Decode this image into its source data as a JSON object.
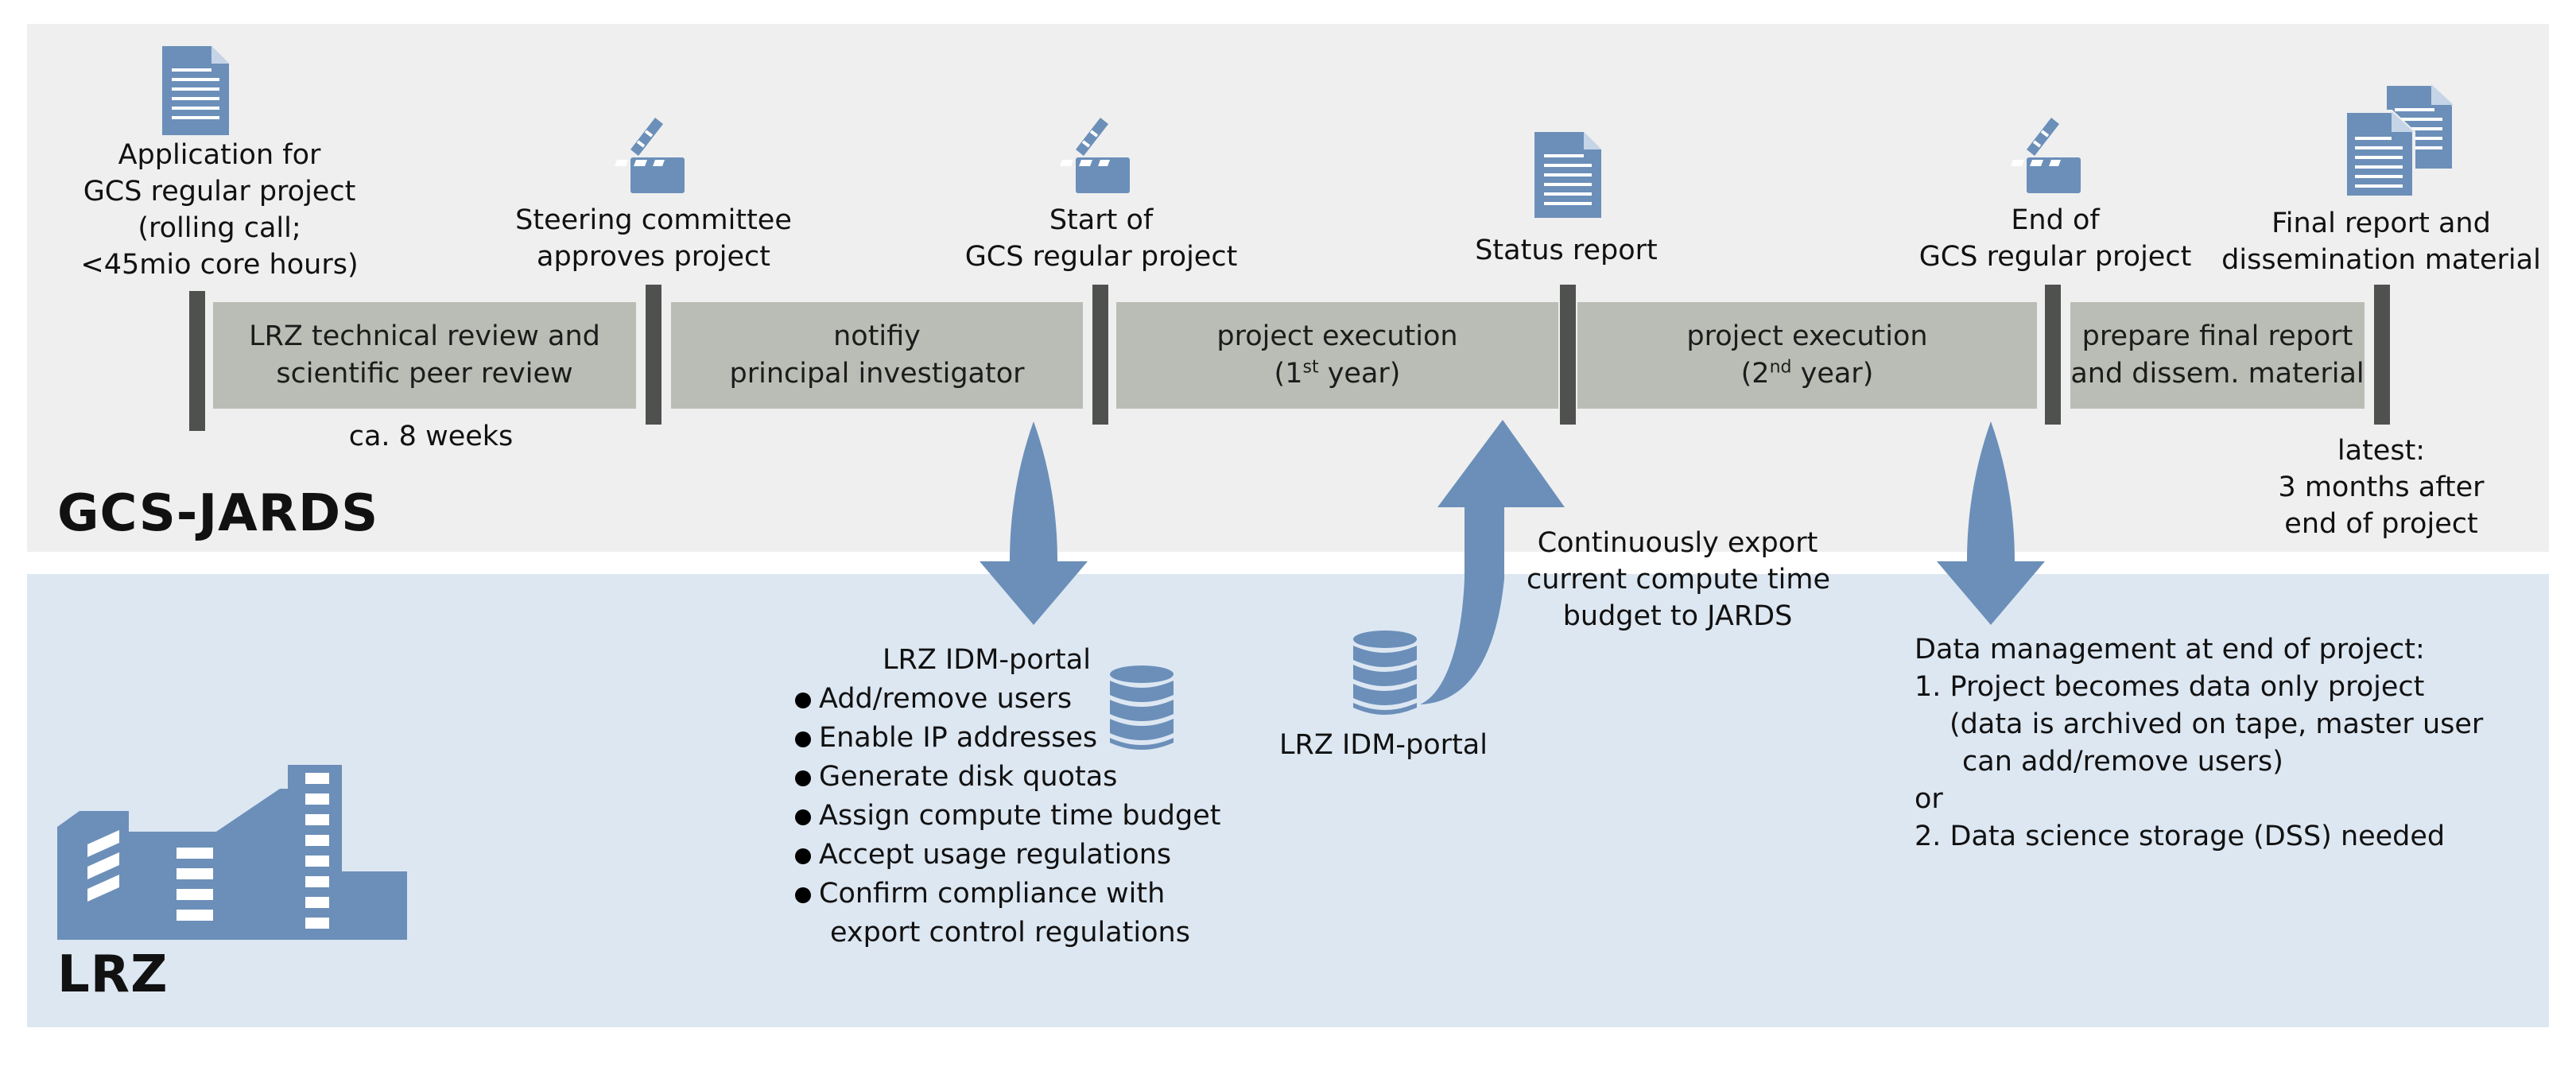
{
  "colors": {
    "top_band": "#efefef",
    "bottom_band": "#dde7f2",
    "timeline_box": "#babdb5",
    "divider": "#4f514f",
    "icon_blue": "#6b8fb9"
  },
  "milestones": {
    "application": [
      "Application for",
      "GCS regular project",
      "(rolling call;",
      "<45mio core hours)"
    ],
    "steering": [
      "Steering committee",
      "approves project"
    ],
    "start": [
      "Start of",
      "GCS regular project"
    ],
    "status": [
      "Status report"
    ],
    "end": [
      "End of",
      "GCS regular project"
    ],
    "final": [
      "Final report and",
      "dissemination material"
    ]
  },
  "timeline_boxes": {
    "review": [
      "LRZ technical review and",
      "scientific peer review"
    ],
    "notify": [
      "notifiy",
      "principal investigator"
    ],
    "exec1": {
      "line1": "project execution",
      "pre": "(1",
      "sup": "st",
      "post": " year)"
    },
    "exec2": {
      "line1": "project execution",
      "pre": "(2",
      "sup": "nd",
      "post": " year)"
    },
    "final": [
      "prepare final report",
      "and dissem. material"
    ]
  },
  "notes": {
    "review_duration": "ca. 8 weeks",
    "latest": [
      "latest:",
      "3 months after",
      "end of project"
    ],
    "export": [
      "Continuously export",
      "current compute time",
      "budget to JARDS"
    ]
  },
  "sections": {
    "gcs": "GCS-JARDS",
    "lrz": "LRZ"
  },
  "idm_portal": {
    "title": "LRZ IDM-portal",
    "items": [
      "Add/remove users",
      "Enable IP addresses",
      "Generate disk quotas",
      "Assign compute time budget",
      "Accept usage regulations",
      "Confirm compliance with"
    ],
    "item_continuation": "export control regulations"
  },
  "idm_portal_2": "LRZ IDM-portal",
  "data_management": {
    "title": "Data management at end of project:",
    "opt1": "1. Project becomes data only project",
    "opt1_detail_1": "(data is archived on tape, master user",
    "opt1_detail_2": "can add/remove users)",
    "or": "or",
    "opt2": "2. Data science storage (DSS) needed"
  },
  "icons": [
    "document-icon",
    "clapperboard-icon",
    "database-icon",
    "documents-icon",
    "building-icon",
    "arrow-down-icon",
    "arrow-up-curved-icon"
  ]
}
